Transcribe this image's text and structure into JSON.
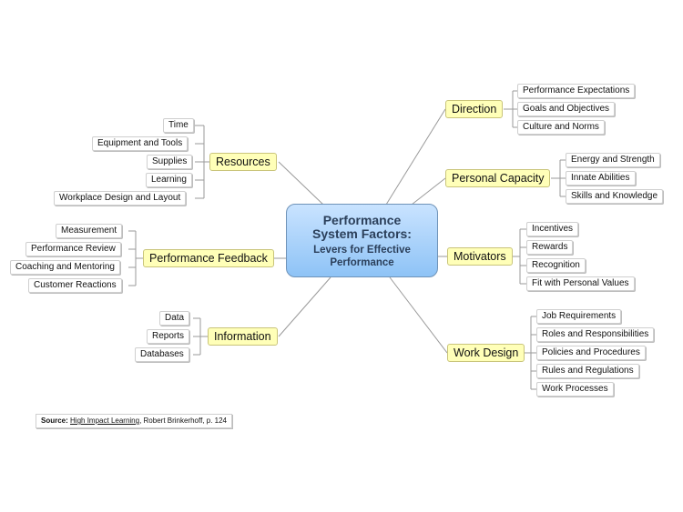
{
  "center": {
    "title_line1": "Performance",
    "title_line2": "System Factors:",
    "subtitle_line1": "Levers for Effective",
    "subtitle_line2": "Performance"
  },
  "branches": {
    "direction": {
      "label": "Direction",
      "items": [
        "Performance Expectations",
        "Goals and Objectives",
        "Culture and Norms"
      ]
    },
    "personal_capacity": {
      "label": "Personal Capacity",
      "items": [
        "Energy and Strength",
        "Innate Abilities",
        "Skills and Knowledge"
      ]
    },
    "motivators": {
      "label": "Motivators",
      "items": [
        "Incentives",
        "Rewards",
        "Recognition",
        "Fit with Personal Values"
      ]
    },
    "work_design": {
      "label": "Work Design",
      "items": [
        "Job Requirements",
        "Roles and Responsibilities",
        "Policies and Procedures",
        "Rules and Regulations",
        "Work Processes"
      ]
    },
    "resources": {
      "label": "Resources",
      "items": [
        "Time",
        "Equipment and Tools",
        "Supplies",
        "Learning",
        "Workplace Design and Layout"
      ]
    },
    "performance_feedback": {
      "label": "Performance Feedback",
      "items": [
        "Measurement",
        "Performance Review",
        "Coaching and Mentoring",
        "Customer Reactions"
      ]
    },
    "information": {
      "label": "Information",
      "items": [
        "Data",
        "Reports",
        "Databases"
      ]
    }
  },
  "source": {
    "prefix": "Source:",
    "book": "High Impact Learning",
    "rest": ", Robert Brinkerhoff, p. 124"
  }
}
